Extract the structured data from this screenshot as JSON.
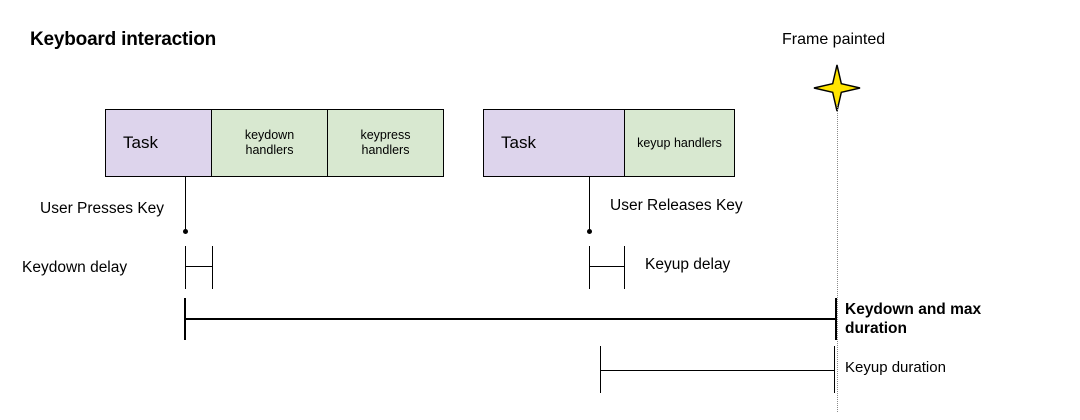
{
  "diagram": {
    "title": "Keyboard interaction",
    "frame_marker": {
      "label": "Frame painted",
      "icon": "four-point-star-icon",
      "color": "#ffe400"
    },
    "colors": {
      "task_fill": "#ddd4ec",
      "handler_fill": "#d8e8d0",
      "stroke": "#000000",
      "guide": "#8a8a8a",
      "star": "#ffe400"
    },
    "strips": [
      {
        "name": "keydown-task-strip",
        "cells": [
          {
            "label": "Task",
            "kind": "task"
          },
          {
            "label": "keydown\nhandlers",
            "line1": "keydown",
            "line2": "handlers",
            "kind": "handler"
          },
          {
            "label": "keypress\nhandlers",
            "line1": "keypress",
            "line2": "handlers",
            "kind": "handler"
          }
        ]
      },
      {
        "name": "keyup-task-strip",
        "cells": [
          {
            "label": "Task",
            "kind": "task"
          },
          {
            "label": "keyup handlers",
            "kind": "handler"
          }
        ]
      }
    ],
    "events": [
      {
        "name": "user-presses-key",
        "label": "User Presses Key"
      },
      {
        "name": "user-releases-key",
        "label": "User Releases Key"
      }
    ],
    "measures": [
      {
        "name": "keydown-delay",
        "label": "Keydown delay"
      },
      {
        "name": "keyup-delay",
        "label": "Keyup delay"
      },
      {
        "name": "keydown-and-max-duration",
        "label_line1": "Keydown and max",
        "label_line2": "duration",
        "emphasis": "bold"
      },
      {
        "name": "keyup-duration",
        "label": "Keyup duration",
        "emphasis": "normal"
      }
    ]
  }
}
